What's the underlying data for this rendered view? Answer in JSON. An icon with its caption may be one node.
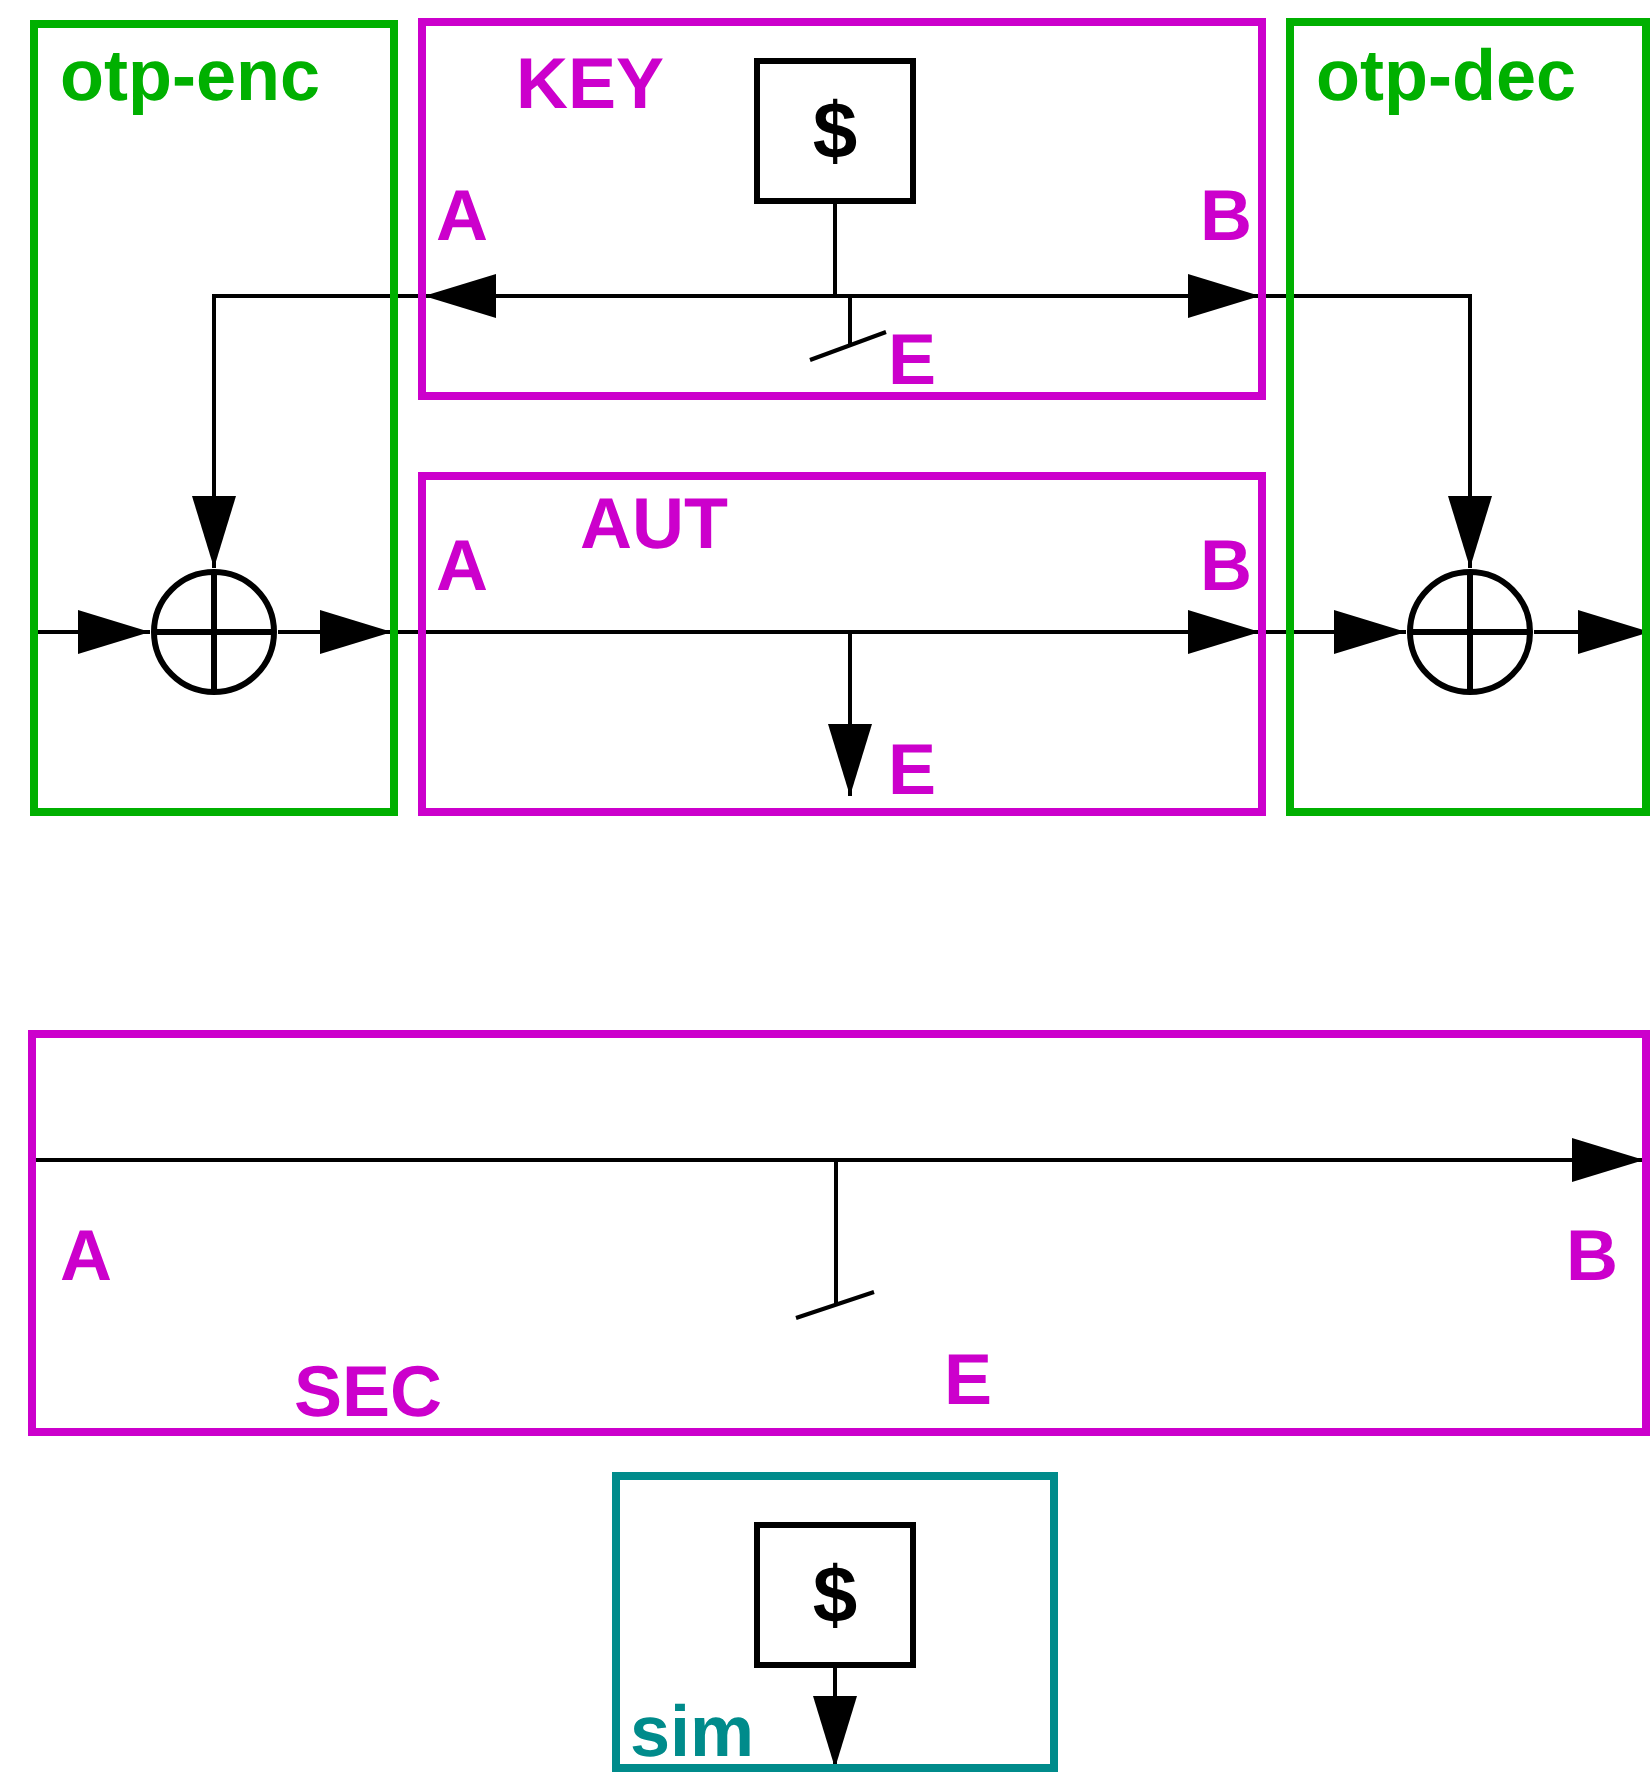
{
  "diagram": {
    "nodes": [
      {
        "text": [
          "otp-enc"
        ]
      },
      {
        "text": [],
        "shape": "circle",
        "in": 0
      },
      {
        "text": [
          "KEY",
          "A",
          "B",
          "E"
        ]
      },
      {
        "text": [
          "$"
        ],
        "in": 2
      },
      {
        "text": [
          "AUT",
          "A",
          "B",
          "E"
        ]
      },
      {
        "text": [
          "otp-dec"
        ]
      },
      {
        "text": [],
        "shape": "circle",
        "in": 5
      },
      {
        "text": [
          "A",
          "B",
          "SEC",
          "E"
        ]
      },
      {
        "text": [
          "sim"
        ]
      },
      {
        "text": [
          "$"
        ],
        "in": 8
      }
    ],
    "edges": [
      {
        "from": null,
        "to": 1,
        "arrow": "to"
      },
      {
        "from": 3,
        "to": 1,
        "arrow": "to"
      },
      {
        "from": 3,
        "to": 6,
        "arrow": "to"
      },
      {
        "from": 1,
        "to": 4,
        "arrow": "to"
      },
      {
        "from": 4,
        "to": 6,
        "arrow": "to"
      },
      {
        "from": 6,
        "to": null,
        "arrow": "to"
      },
      {
        "from": 9,
        "to": null,
        "arrow": "to"
      }
    ]
  }
}
